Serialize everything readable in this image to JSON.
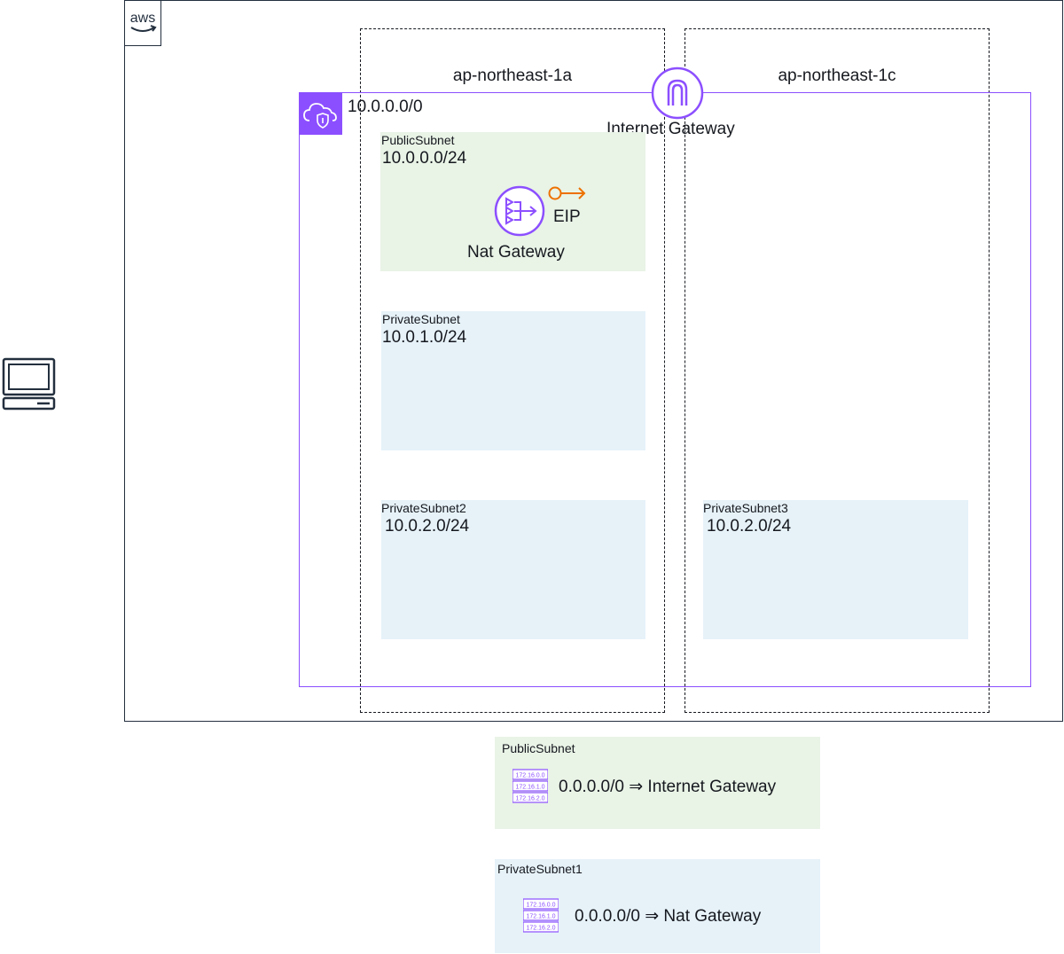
{
  "aws": {
    "logo_text": "aws"
  },
  "azs": [
    {
      "label": "ap-northeast-1a"
    },
    {
      "label": "ap-northeast-1c"
    }
  ],
  "vpc": {
    "cidr": "10.0.0.0/0"
  },
  "internet_gateway": {
    "label": "Internet Gateway"
  },
  "subnets": {
    "public": {
      "name": "PublicSubnet",
      "cidr": "10.0.0.0/24"
    },
    "private1": {
      "name": "PrivateSubnet",
      "cidr": "10.0.1.0/24"
    },
    "private2": {
      "name": "PrivateSubnet2",
      "cidr": "10.0.2.0/24"
    },
    "private3": {
      "name": "PrivateSubnet3",
      "cidr": "10.0.2.0/24"
    }
  },
  "nat_gateway": {
    "label": "Nat Gateway"
  },
  "eip": {
    "label": "EIP"
  },
  "route_tables": [
    {
      "name": "PublicSubnet",
      "route": "0.0.0.0/0 ⇒ Internet Gateway",
      "icon_rows": [
        "172.16.0.0",
        "172.16.1.0",
        "172.16.2.0"
      ]
    },
    {
      "name": "PrivateSubnet1",
      "route": "0.0.0.0/0 ⇒ Nat Gateway",
      "icon_rows": [
        "172.16.0.0",
        "172.16.1.0",
        "172.16.2.0"
      ]
    }
  ],
  "colors": {
    "vpc": "#8c4fff",
    "public_subnet": "#e9f3e6",
    "private_subnet": "#e6f2f8",
    "eip": "#ed7100",
    "border": "#232f3e"
  }
}
